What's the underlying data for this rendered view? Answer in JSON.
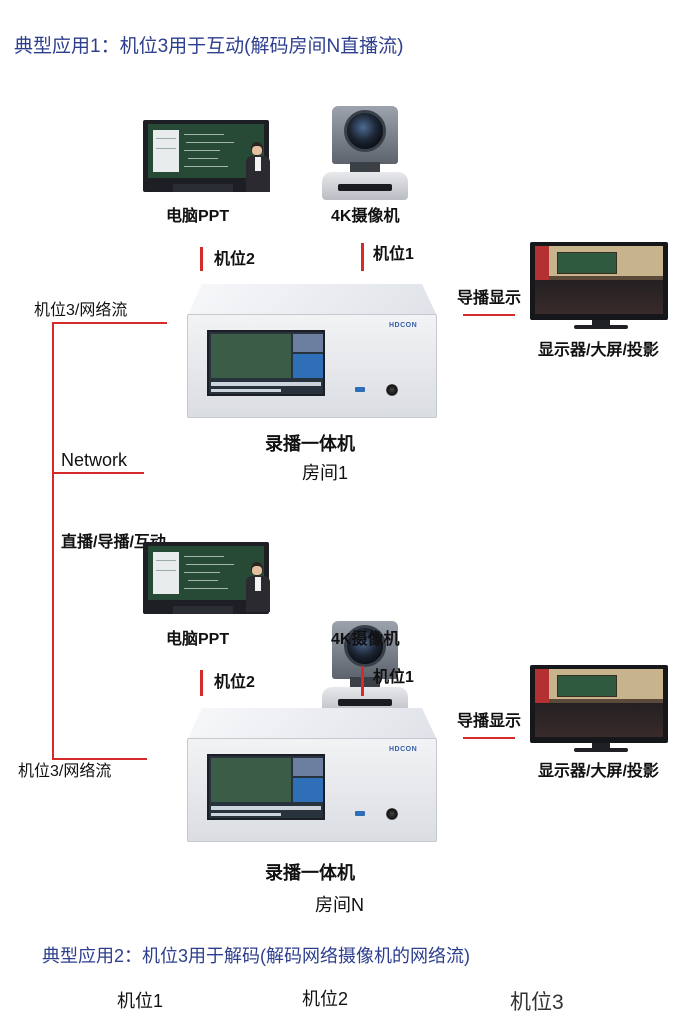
{
  "heading1": "典型应用1：机位3用于互动(解码房间N直播流)",
  "heading2": "典型应用2：机位3用于解码(解码网络摄像机的网络流)",
  "room1": {
    "pc_label": "电脑PPT",
    "camera_label": "4K摄像机",
    "pos2_label": "机位2",
    "pos1_label": "机位1",
    "device_label": "录播一体机",
    "room_label": "房间1",
    "guide_label": "导播显示",
    "display_label": "显示器/大屏/投影",
    "brand": "HDCON"
  },
  "roomN": {
    "pc_label": "电脑PPT",
    "camera_label": "4K摄像机",
    "pos2_label": "机位2",
    "pos1_label": "机位1",
    "device_label": "录播一体机",
    "room_label": "房间N",
    "guide_label": "导播显示",
    "display_label": "显示器/大屏/投影",
    "brand": "HDCON"
  },
  "network": {
    "top_label": "机位3/网络流",
    "network_label": "Network",
    "live_label": "直播/导播/互动",
    "bottom_label": "机位3/网络流"
  },
  "bottom_row": [
    "机位1",
    "机位2",
    "机位3"
  ],
  "colors": {
    "accent_red": "#d62b2b",
    "heading_blue": "#2d3e8e"
  }
}
